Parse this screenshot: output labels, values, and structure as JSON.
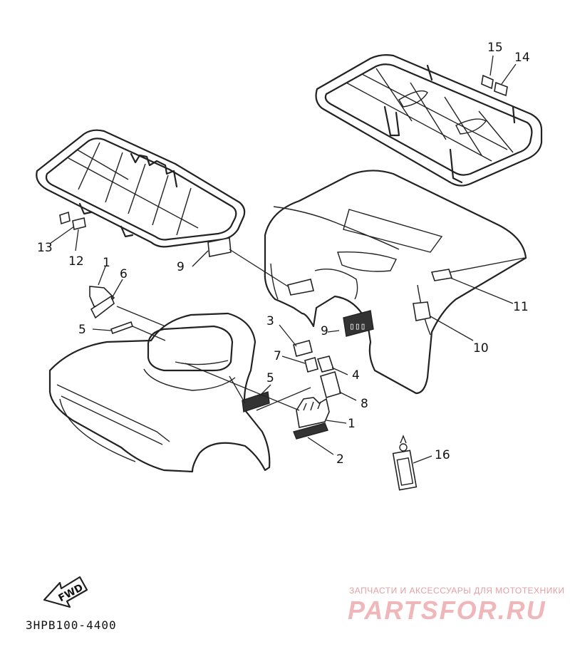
{
  "diagram": {
    "code": "3HPB100-4400",
    "fwd_label": "FWD",
    "callouts": [
      {
        "id": "c1a",
        "text": "1"
      },
      {
        "id": "c1b",
        "text": "1"
      },
      {
        "id": "c2",
        "text": "2"
      },
      {
        "id": "c3",
        "text": "3"
      },
      {
        "id": "c4",
        "text": "4"
      },
      {
        "id": "c5a",
        "text": "5"
      },
      {
        "id": "c5b",
        "text": "5"
      },
      {
        "id": "c6",
        "text": "6"
      },
      {
        "id": "c7",
        "text": "7"
      },
      {
        "id": "c8",
        "text": "8"
      },
      {
        "id": "c9a",
        "text": "9"
      },
      {
        "id": "c9b",
        "text": "9"
      },
      {
        "id": "c10",
        "text": "10"
      },
      {
        "id": "c11",
        "text": "11"
      },
      {
        "id": "c12",
        "text": "12"
      },
      {
        "id": "c13",
        "text": "13"
      },
      {
        "id": "c14",
        "text": "14"
      },
      {
        "id": "c15",
        "text": "15"
      },
      {
        "id": "c16",
        "text": "16"
      }
    ]
  },
  "watermark": {
    "tagline": "ЗАПЧАСТИ И АКСЕССУАРЫ ДЛЯ МОТОТЕХНИКИ",
    "brand": "PARTSFOR.RU"
  }
}
